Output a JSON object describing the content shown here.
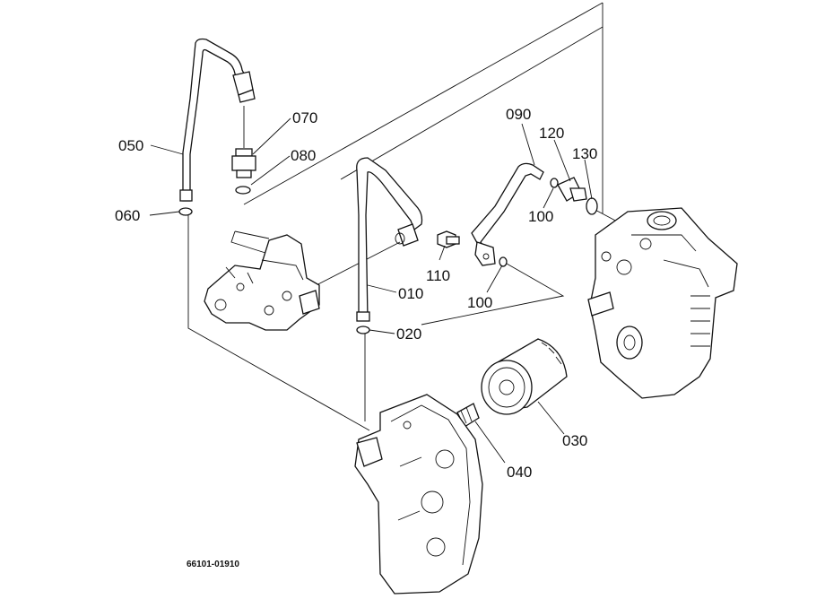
{
  "diagram": {
    "drawing_number": "66101-01910",
    "parts": [
      {
        "id": "p050",
        "label": "050"
      },
      {
        "id": "p060",
        "label": "060"
      },
      {
        "id": "p070",
        "label": "070"
      },
      {
        "id": "p080",
        "label": "080"
      },
      {
        "id": "p090",
        "label": "090"
      },
      {
        "id": "p120",
        "label": "120"
      },
      {
        "id": "p130",
        "label": "130"
      },
      {
        "id": "p100a",
        "label": "100"
      },
      {
        "id": "p110",
        "label": "110"
      },
      {
        "id": "p100b",
        "label": "100"
      },
      {
        "id": "p010",
        "label": "010"
      },
      {
        "id": "p020",
        "label": "020"
      },
      {
        "id": "p030",
        "label": "030"
      },
      {
        "id": "p040",
        "label": "040"
      }
    ]
  }
}
